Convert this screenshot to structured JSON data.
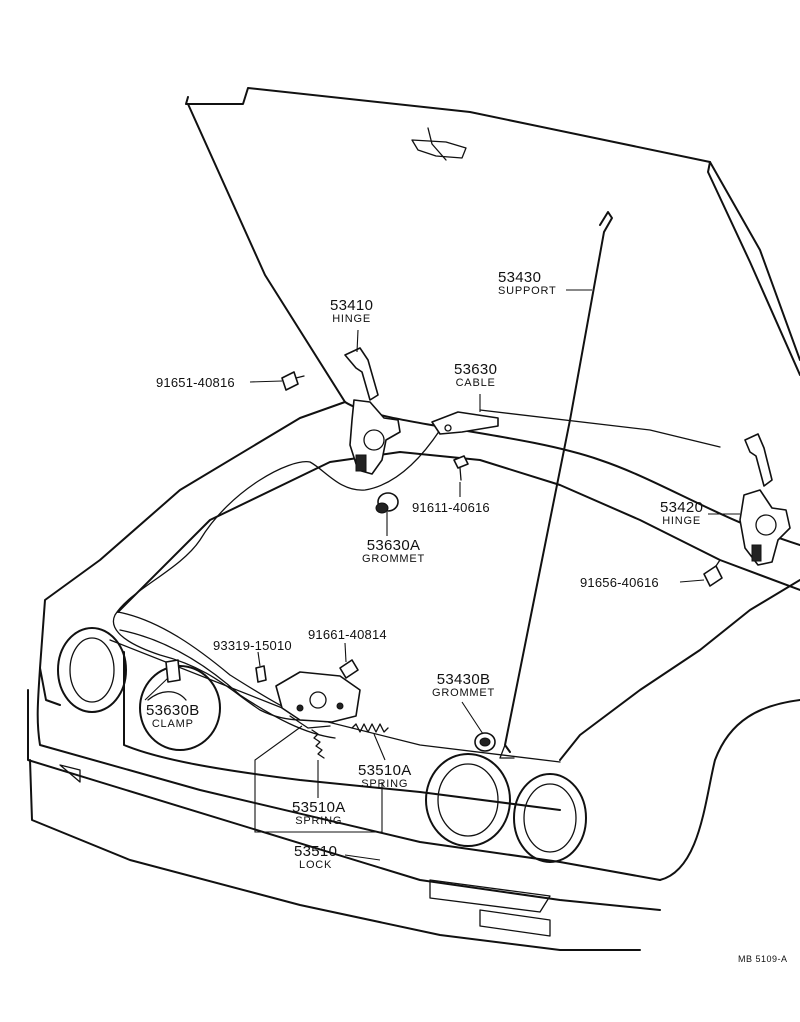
{
  "parts": {
    "p53410": {
      "number": "53410",
      "name": "HINGE"
    },
    "p53630": {
      "number": "53630",
      "name": "CABLE"
    },
    "p53430": {
      "number": "53430",
      "name": "SUPPORT"
    },
    "p53630a": {
      "number": "53630A",
      "name": "GROMMET"
    },
    "p53420": {
      "number": "53420",
      "name": "HINGE"
    },
    "p53430b": {
      "number": "53430B",
      "name": "GROMMET"
    },
    "p53630b": {
      "number": "53630B",
      "name": "CLAMP"
    },
    "p53510a_right": {
      "number": "53510A",
      "name": "SPRING"
    },
    "p53510a_left": {
      "number": "53510A",
      "name": "SPRING"
    },
    "p53510": {
      "number": "53510",
      "name": "LOCK"
    }
  },
  "fasteners": {
    "f91651": "91651-40816",
    "f91611": "91611-40616",
    "f91656": "91656-40616",
    "f93319": "93319-15010",
    "f91661": "91661-40814"
  },
  "figure_code": "MB 5109-A"
}
